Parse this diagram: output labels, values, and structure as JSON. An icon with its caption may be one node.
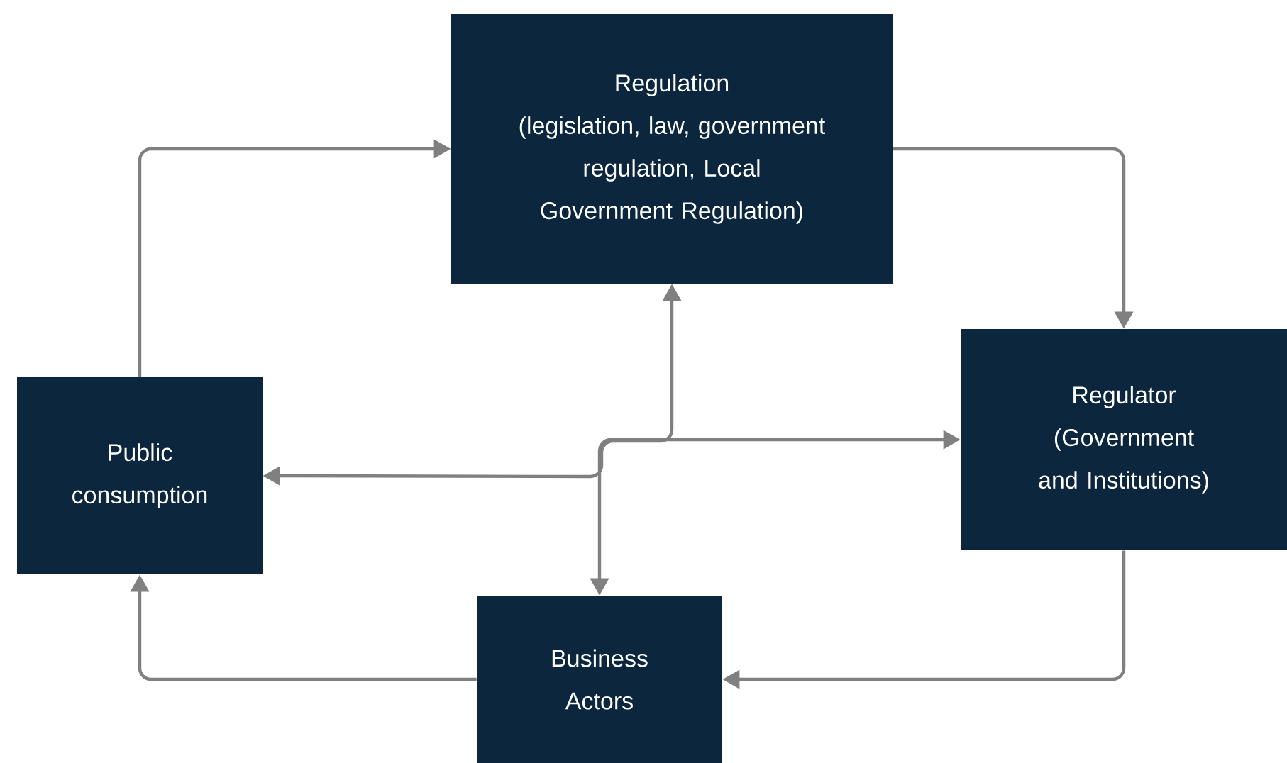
{
  "diagram": {
    "nodes": [
      {
        "text": [
          "Regulation",
          "(legislation, law, government regulation, Local Government Regulation)"
        ]
      },
      {
        "text": [
          "Public consumption"
        ]
      },
      {
        "text": [
          "Regulator",
          "(Government and Institutions)"
        ]
      },
      {
        "text": [
          "Business Actors"
        ]
      }
    ],
    "edges": [
      {
        "from": 1,
        "to": 0,
        "arrow": "to"
      },
      {
        "from": 0,
        "to": 2,
        "arrow": "to"
      },
      {
        "from": 2,
        "to": 3,
        "arrow": "to"
      },
      {
        "from": 3,
        "to": 1,
        "arrow": "to"
      },
      {
        "from": 1,
        "to": 0,
        "arrow": "both"
      },
      {
        "from": 3,
        "to": 2,
        "arrow": "both"
      }
    ]
  }
}
